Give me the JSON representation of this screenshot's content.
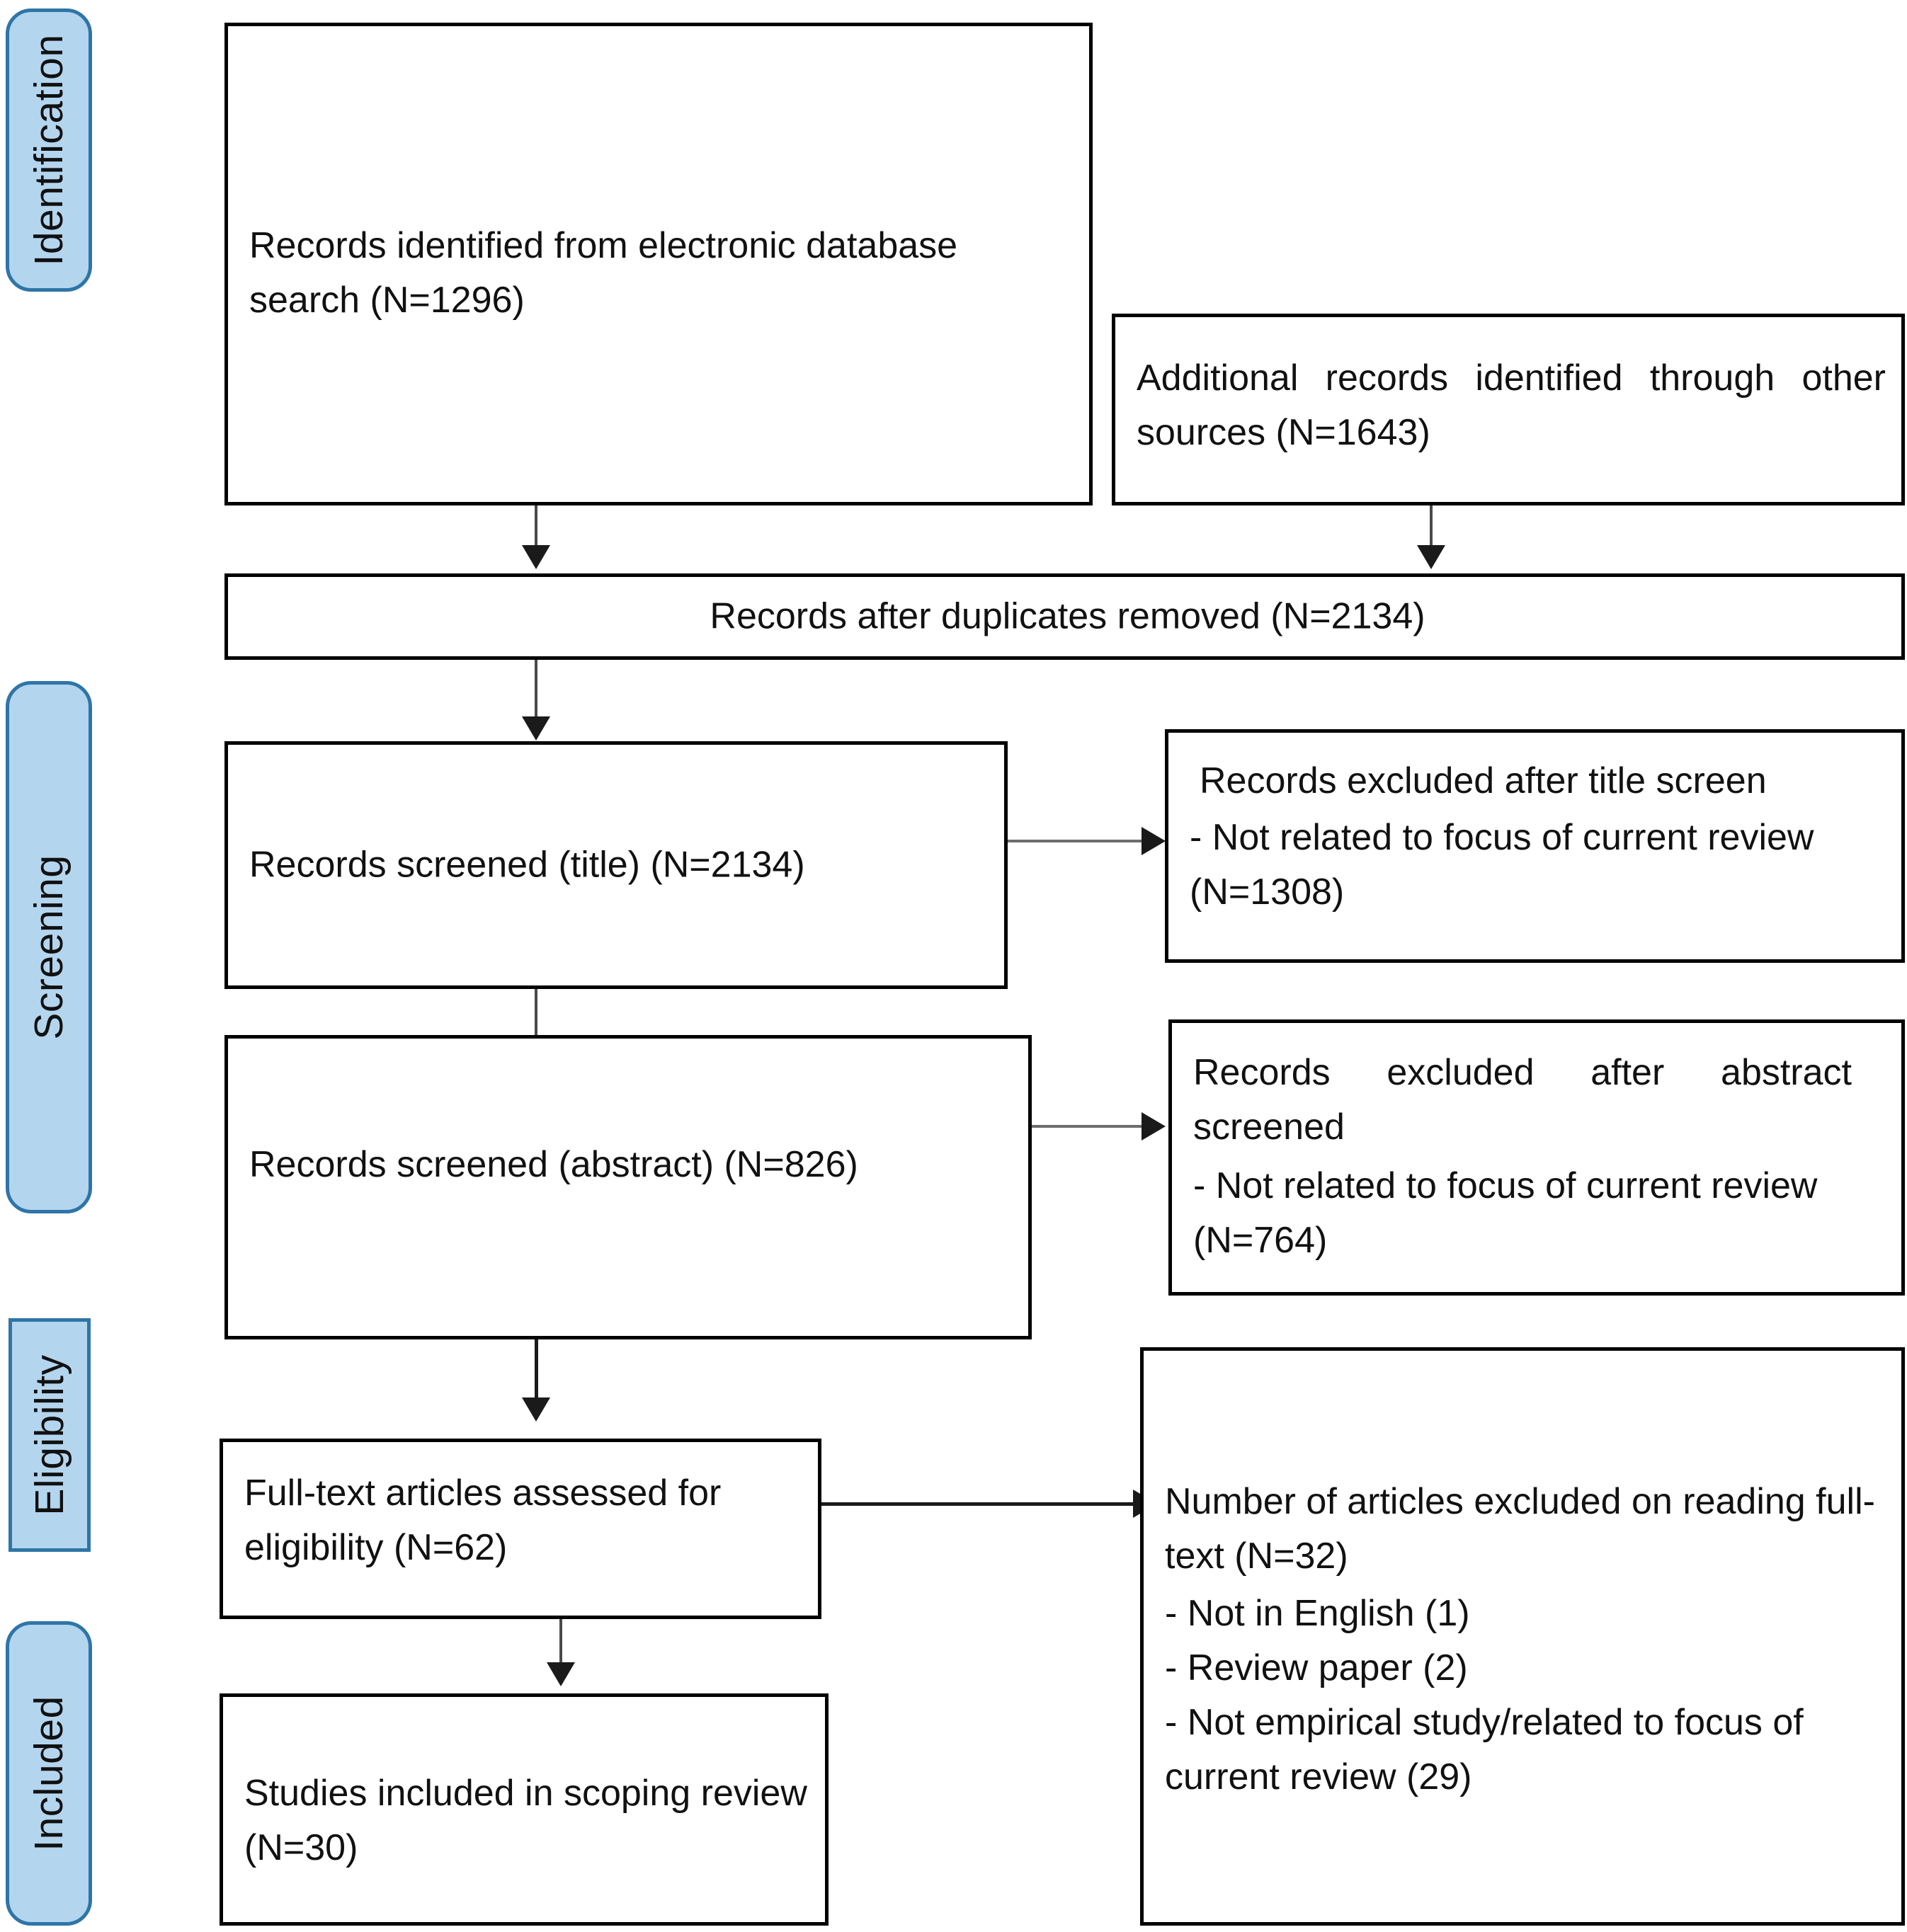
{
  "diagram": {
    "title": "PRISMA scoping review flow diagram",
    "colors": {
      "pill_fill": "#b4d5ee",
      "pill_border": "#2e75a8",
      "box_border": "#000000",
      "text": "#111111",
      "connector": "#1a1a1a"
    }
  },
  "stages": [
    {
      "id": "identification",
      "label": "Identification"
    },
    {
      "id": "screening",
      "label": "Screening"
    },
    {
      "id": "eligibility",
      "label": "Eligibility"
    },
    {
      "id": "included",
      "label": "Included"
    }
  ],
  "boxes": {
    "records_identified": {
      "text": "Records identified from electronic database search (N=1296)",
      "n": 1296
    },
    "additional_records": {
      "text": "Additional records identified through other sources (N=1643)",
      "n": 1643
    },
    "duplicates_removed": {
      "text": "Records after duplicates removed (N=2134)",
      "n": 2134
    },
    "screened_title": {
      "text": "Records screened (title) (N=2134)",
      "n": 2134
    },
    "excluded_title": {
      "text": "Records excluded after title screen - Not related to focus of current review (N=1308)",
      "line1": "Records excluded after title screen",
      "line2": "- Not related to focus of current review (N=1308)",
      "n": 1308
    },
    "screened_abstract": {
      "text": "Records screened (abstract) (N=826)",
      "n": 826
    },
    "excluded_abstract": {
      "line1": "Records excluded after abstract screened",
      "line2": "- Not related to focus of current review (N=764)",
      "n": 764
    },
    "fulltext_assessed": {
      "text": "Full-text articles assessed for eligibility (N=62)",
      "n": 62
    },
    "excluded_fulltext": {
      "line1": "Number of articles excluded on reading full-text (N=32)",
      "line2": "- Not in English (1)",
      "line3": "- Review paper (2)",
      "line4": "- Not empirical study/related to focus of current review (29)",
      "n": 32,
      "reasons": [
        {
          "label": "Not in English",
          "count": 1
        },
        {
          "label": "Review paper",
          "count": 2
        },
        {
          "label": "Not empirical study/related to focus of current review",
          "count": 29
        }
      ]
    },
    "studies_included": {
      "text": "Studies included in scoping review (N=30)",
      "n": 30
    }
  }
}
